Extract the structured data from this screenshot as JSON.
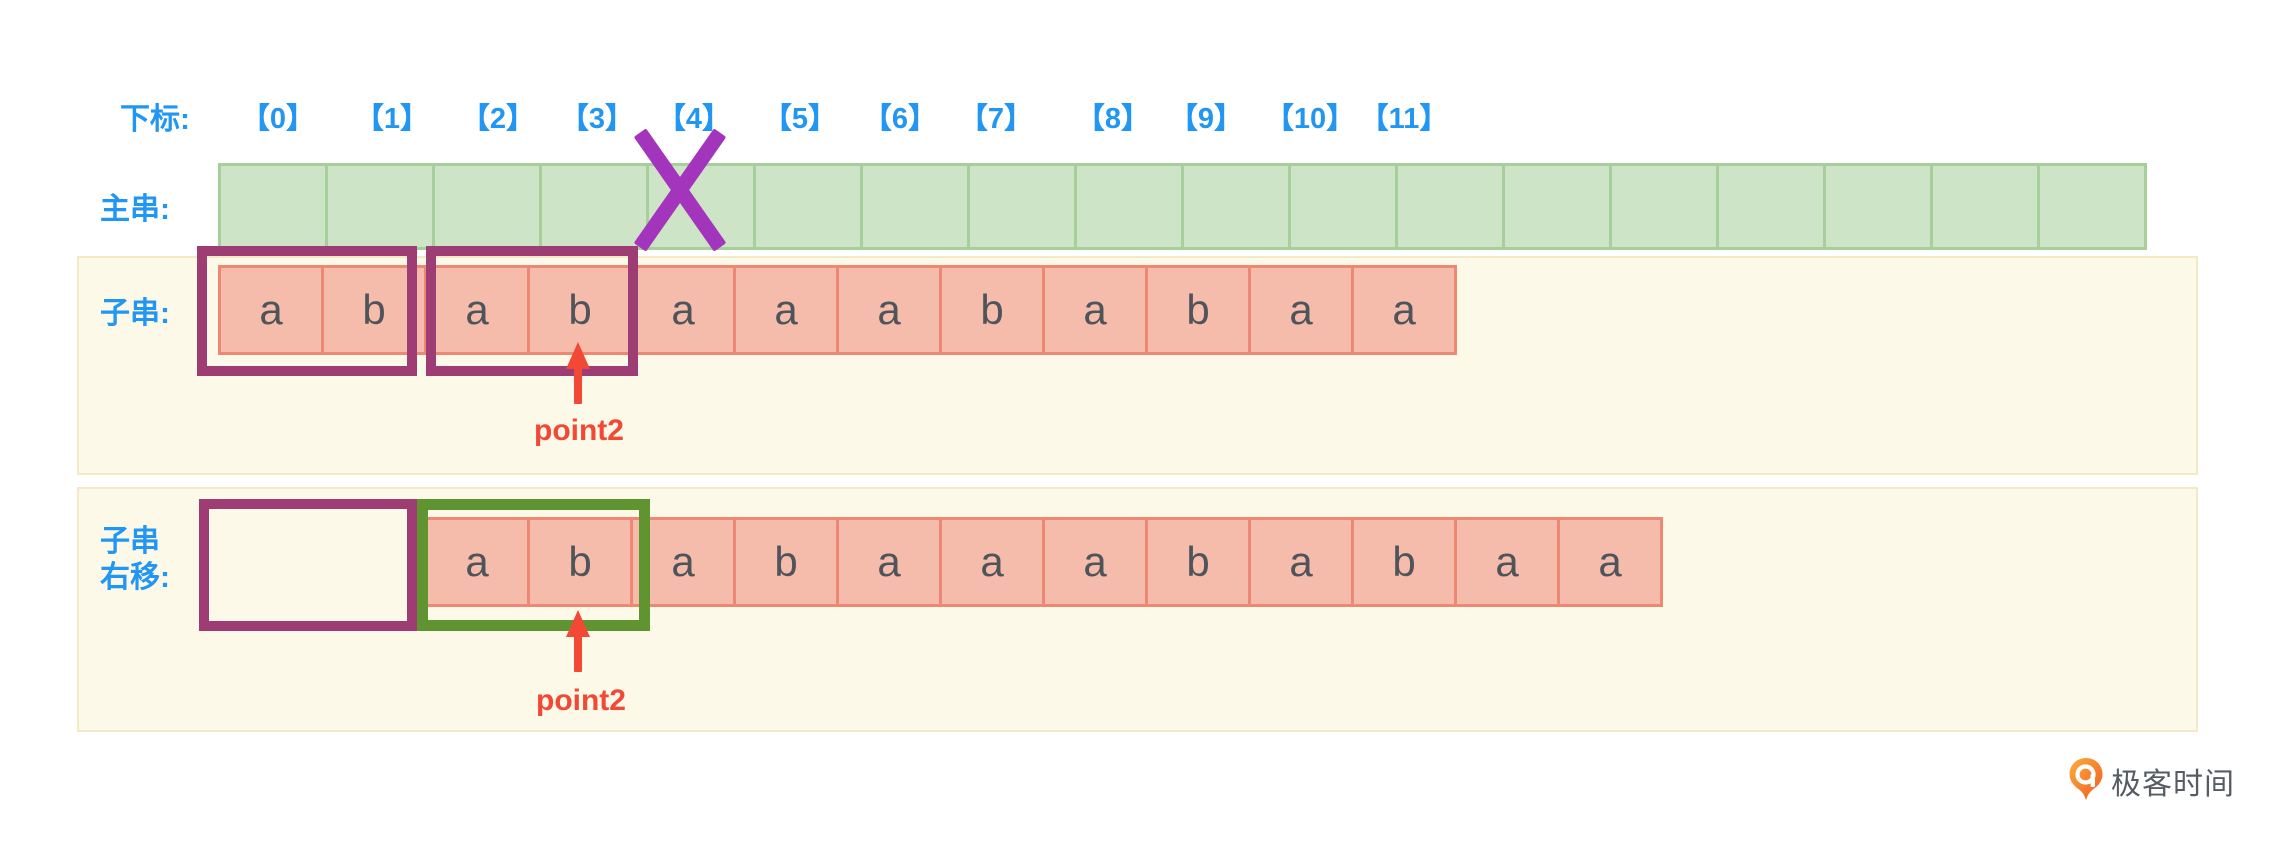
{
  "colors": {
    "label_blue": "#2196f3",
    "main_cell_fill": "#cde4c6",
    "main_cell_border": "#a6cf9b",
    "sub_cell_fill": "#f5bcac",
    "sub_cell_border": "#ee8874",
    "panel_fill": "#fdf9e9",
    "panel_border": "#f3e9c6",
    "purple_box": "#9d3d74",
    "mismatch_cross": "#a335bd",
    "green_box": "#5f9431",
    "pointer_red": "#f24936",
    "letter_gray": "#4e545a",
    "logo_orange": "#f3701f",
    "logo_text_gray": "#565c62"
  },
  "index_row": {
    "label": "下标:",
    "ticks": [
      "【0】",
      "【1】",
      "【2】",
      "【3】",
      "【4】",
      "【5】",
      "【6】",
      "【7】",
      "【8】",
      "【9】",
      "【10】",
      "【11】"
    ]
  },
  "main_string": {
    "label": "主串:",
    "cell_count": 18,
    "mismatch_cell_index": 4
  },
  "substring": {
    "label": "子串:",
    "letters": [
      "a",
      "b",
      "a",
      "b",
      "a",
      "a",
      "a",
      "b",
      "a",
      "b",
      "a",
      "a"
    ],
    "pointer_label": "point2"
  },
  "substring_shifted": {
    "label_line1": "子串",
    "label_line2": "右移:",
    "shift_cells": 2,
    "letters": [
      "a",
      "b",
      "a",
      "b",
      "a",
      "a",
      "a",
      "b",
      "a",
      "b",
      "a",
      "a"
    ],
    "pointer_label": "point2"
  },
  "logo": {
    "text": "极客时间"
  }
}
